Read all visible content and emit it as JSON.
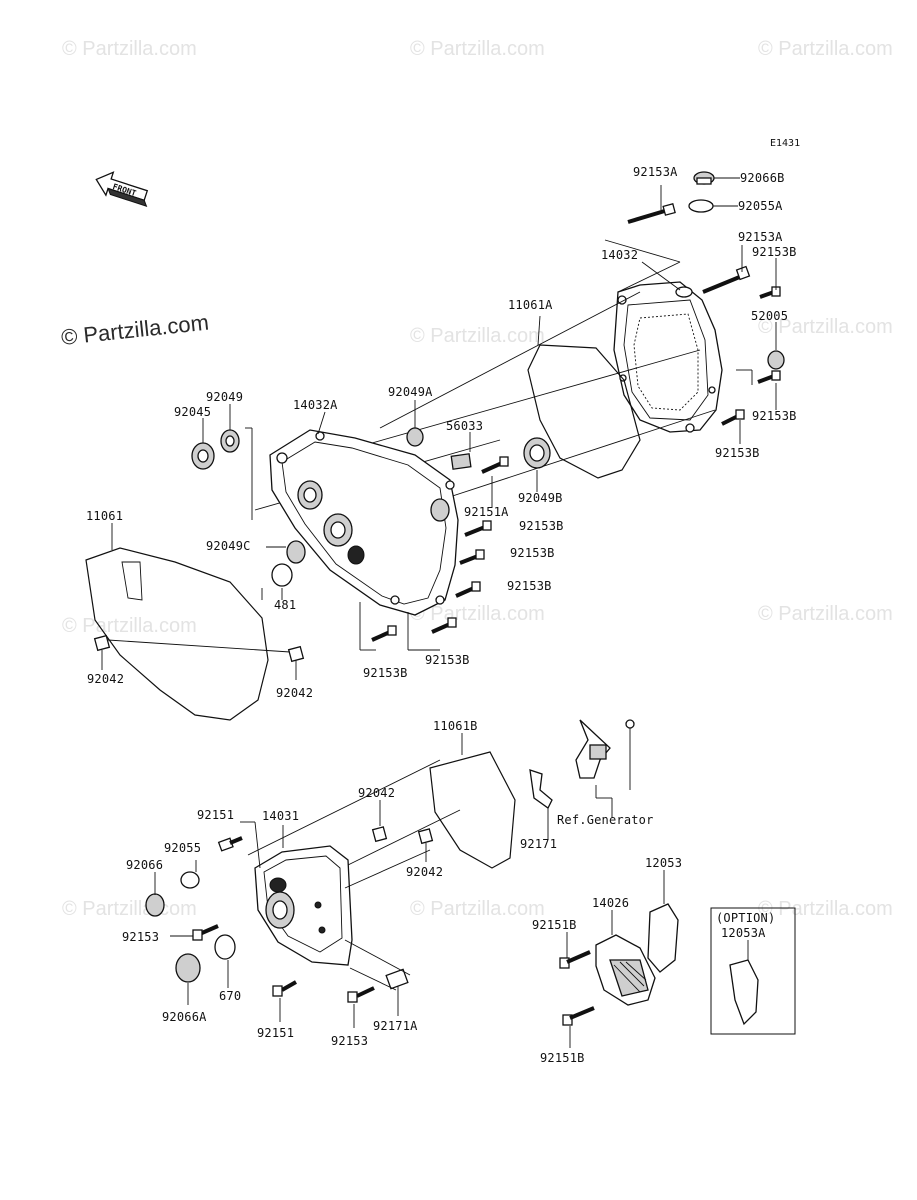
{
  "diagram": {
    "code": "E1431",
    "front_label": "FRONT",
    "watermark_text": "© Partzilla.com",
    "labels": {
      "p92153A_top": "92153A",
      "p92066B": "92066B",
      "p92055A": "92055A",
      "p14032": "14032",
      "p92153A_mid": "92153A",
      "p92153B_r1": "92153B",
      "p52005": "52005",
      "p92153B_r2": "92153B",
      "p92153B_r3": "92153B",
      "p11061A": "11061A",
      "p92049": "92049",
      "p92045": "92045",
      "p14032A": "14032A",
      "p92049A": "92049A",
      "p56033": "56033",
      "p92151A": "92151A",
      "p92049B": "92049B",
      "p92153B_c1": "92153B",
      "p11061": "11061",
      "p92049C": "92049C",
      "p92153B_c2": "92153B",
      "p92153B_c3": "92153B",
      "p481": "481",
      "p92042_l": "92042",
      "p92042_m": "92042",
      "p92153B_c4": "92153B",
      "p92153B_c5": "92153B",
      "p11061B": "11061B",
      "p92042_b1": "92042",
      "p92042_b2": "92042",
      "pRefGen": "Ref.Generator",
      "p92171": "92171",
      "p92151_a": "92151",
      "p14031": "14031",
      "p92055": "92055",
      "p92066": "92066",
      "p92153_l": "92153",
      "p670": "670",
      "p92066A": "92066A",
      "p92151_b": "92151",
      "p92153_b": "92153",
      "p92171A": "92171A",
      "p12053": "12053",
      "p14026": "14026",
      "p92151B_a": "92151B",
      "p92151B_b": "92151B",
      "pOption": "(OPTION)",
      "p12053A": "12053A"
    }
  }
}
